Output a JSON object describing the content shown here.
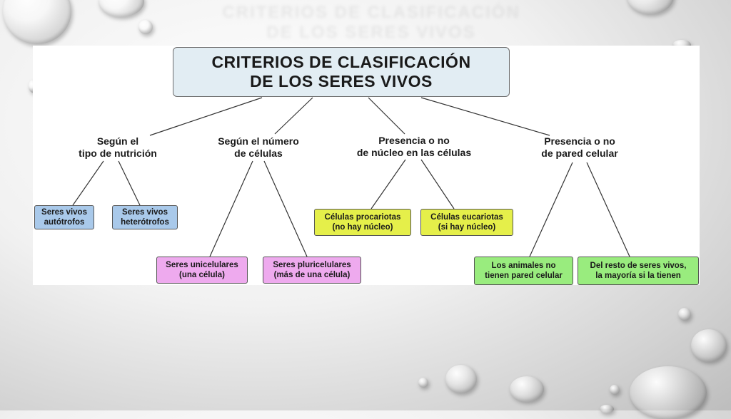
{
  "diagram": {
    "title_lines": [
      "CRITERIOS DE CLASIFICACIÓN",
      "DE LOS SERES VIVOS"
    ],
    "categories": [
      {
        "lines": [
          "Según el",
          "tipo de nutrición"
        ]
      },
      {
        "lines": [
          "Según el número",
          "de células"
        ]
      },
      {
        "lines": [
          "Presencia o no",
          "de núcleo en las células"
        ]
      },
      {
        "lines": [
          "Presencia o no",
          "de pared celular"
        ]
      }
    ],
    "leaves": [
      {
        "lines": [
          "Seres vivos",
          "autótrofos"
        ],
        "color": "#a9c9ea"
      },
      {
        "lines": [
          "Seres vivos",
          "heterótrofos"
        ],
        "color": "#a9c9ea"
      },
      {
        "lines": [
          "Seres unicelulares",
          "(una célula)"
        ],
        "color": "#eeaaee"
      },
      {
        "lines": [
          "Seres pluricelulares",
          "(más de una célula)"
        ],
        "color": "#eeaaee"
      },
      {
        "lines": [
          "Células procariotas",
          "(no hay núcleo)"
        ],
        "color": "#e5ef4a"
      },
      {
        "lines": [
          "Células eucariotas",
          "(si hay núcleo)"
        ],
        "color": "#e5ef4a"
      },
      {
        "lines": [
          "Los animales no",
          "tienen pared celular"
        ],
        "color": "#99ec7e"
      },
      {
        "lines": [
          "Del resto de seres vivos,",
          "la mayoría  si la tienen"
        ],
        "color": "#99ec7e"
      }
    ]
  }
}
